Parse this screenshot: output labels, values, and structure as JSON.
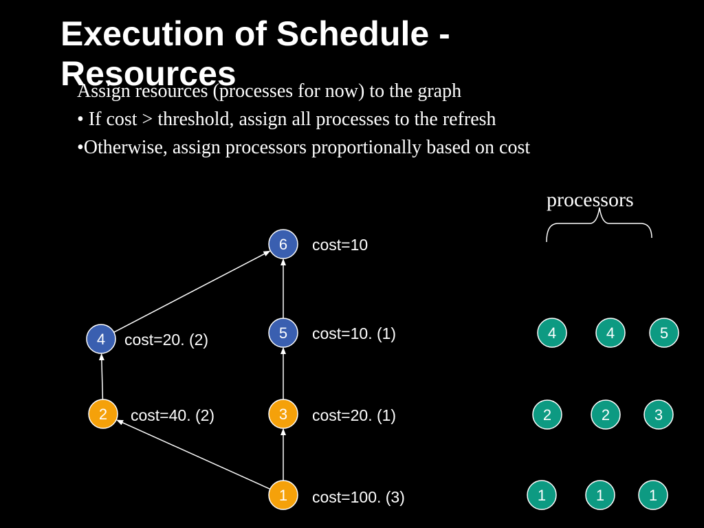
{
  "slide": {
    "title": "Execution of  Schedule - Resources",
    "bullets": [
      "Assign resources (processes for now) to the graph",
      "• If cost > threshold, assign all processes to the refresh",
      "•Otherwise, assign processors proportionally based on cost"
    ],
    "processors_label": "processors"
  },
  "colors": {
    "blue_node": "#3a5fb0",
    "orange_node": "#f5a10a",
    "teal_node": "#0d9a82",
    "edge": "#ffffff",
    "background": "#000000"
  },
  "graph": {
    "nodes": [
      {
        "id": "1",
        "label": "1",
        "color": "orange",
        "cost_text": "cost=100. (3)"
      },
      {
        "id": "2",
        "label": "2",
        "color": "orange",
        "cost_text": "cost=40. (2)"
      },
      {
        "id": "3",
        "label": "3",
        "color": "orange",
        "cost_text": "cost=20. (1)"
      },
      {
        "id": "4",
        "label": "4",
        "color": "blue",
        "cost_text": "cost=20. (2)"
      },
      {
        "id": "5",
        "label": "5",
        "color": "blue",
        "cost_text": "cost=10. (1)"
      },
      {
        "id": "6",
        "label": "6",
        "color": "blue",
        "cost_text": "cost=10"
      }
    ],
    "edges": [
      {
        "from": "1",
        "to": "2"
      },
      {
        "from": "1",
        "to": "3"
      },
      {
        "from": "2",
        "to": "4"
      },
      {
        "from": "3",
        "to": "5"
      },
      {
        "from": "4",
        "to": "6"
      },
      {
        "from": "5",
        "to": "6"
      }
    ]
  },
  "processor_assignment": {
    "rows": [
      [
        "4",
        "4",
        "5"
      ],
      [
        "2",
        "2",
        "3"
      ],
      [
        "1",
        "1",
        "1"
      ]
    ]
  }
}
